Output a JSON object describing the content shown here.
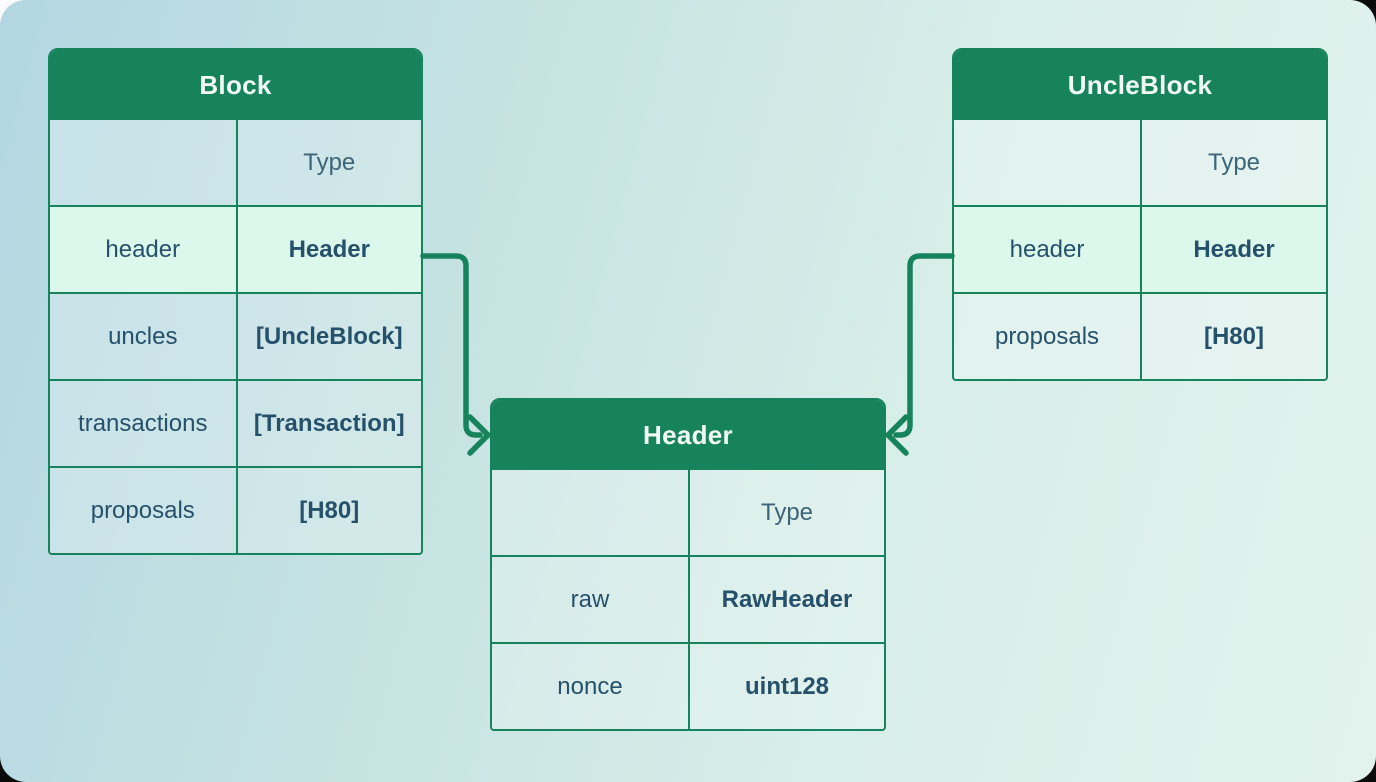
{
  "diagram": {
    "colors": {
      "table_green": "#17835c",
      "title_text": "#f2faf6",
      "cell_text": "#25516a",
      "column_header_text": "#3c6579",
      "highlight_row_bg": "#dcf8ec",
      "row_bg": "rgba(255,255,255,0.24)"
    },
    "tables": [
      {
        "key": "block",
        "title": "Block",
        "columns": [
          "",
          "Type"
        ],
        "rows": [
          {
            "field": "header",
            "type": "Header",
            "highlight": true
          },
          {
            "field": "uncles",
            "type": "[UncleBlock]",
            "highlight": false
          },
          {
            "field": "transactions",
            "type": "[Transaction]",
            "highlight": false
          },
          {
            "field": "proposals",
            "type": "[H80]",
            "highlight": false
          }
        ]
      },
      {
        "key": "uncleblock",
        "title": "UncleBlock",
        "columns": [
          "",
          "Type"
        ],
        "rows": [
          {
            "field": "header",
            "type": "Header",
            "highlight": true
          },
          {
            "field": "proposals",
            "type": "[H80]",
            "highlight": false
          }
        ]
      },
      {
        "key": "header",
        "title": "Header",
        "columns": [
          "",
          "Type"
        ],
        "rows": [
          {
            "field": "raw",
            "type": "RawHeader",
            "highlight": false
          },
          {
            "field": "nonce",
            "type": "uint128",
            "highlight": false
          }
        ]
      }
    ],
    "connectors": [
      {
        "from_table": "Block",
        "from_field": "header",
        "to_table": "Header",
        "arrow": "right"
      },
      {
        "from_table": "UncleBlock",
        "from_field": "header",
        "to_table": "Header",
        "arrow": "left"
      }
    ]
  }
}
